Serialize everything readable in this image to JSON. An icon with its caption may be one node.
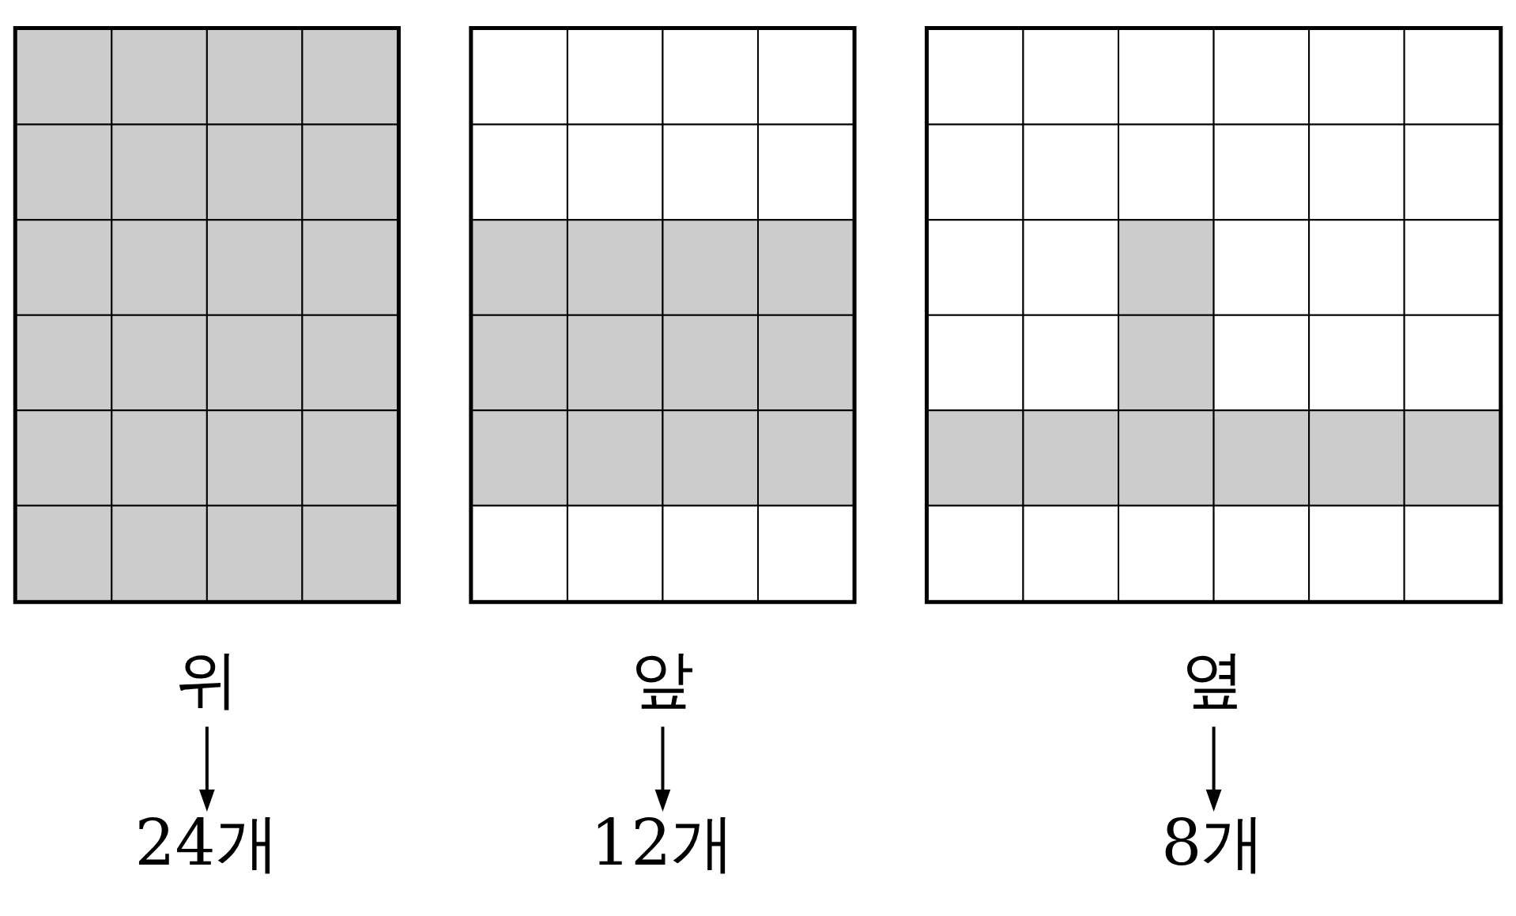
{
  "diagram": {
    "nodes": [
      {
        "text": [],
        "shape": "grid"
      },
      {
        "text": [
          "위"
        ]
      },
      {
        "text": [
          "24개"
        ]
      },
      {
        "text": [],
        "shape": "grid"
      },
      {
        "text": [
          "앞"
        ]
      },
      {
        "text": [
          "12개"
        ]
      },
      {
        "text": [],
        "shape": "grid"
      },
      {
        "text": [
          "옆"
        ]
      },
      {
        "text": [
          "8개"
        ]
      }
    ],
    "edges": [
      {
        "from": 1,
        "to": 2,
        "arrow": "to"
      },
      {
        "from": 4,
        "to": 5,
        "arrow": "to"
      },
      {
        "from": 7,
        "to": 8,
        "arrow": "to"
      }
    ]
  }
}
